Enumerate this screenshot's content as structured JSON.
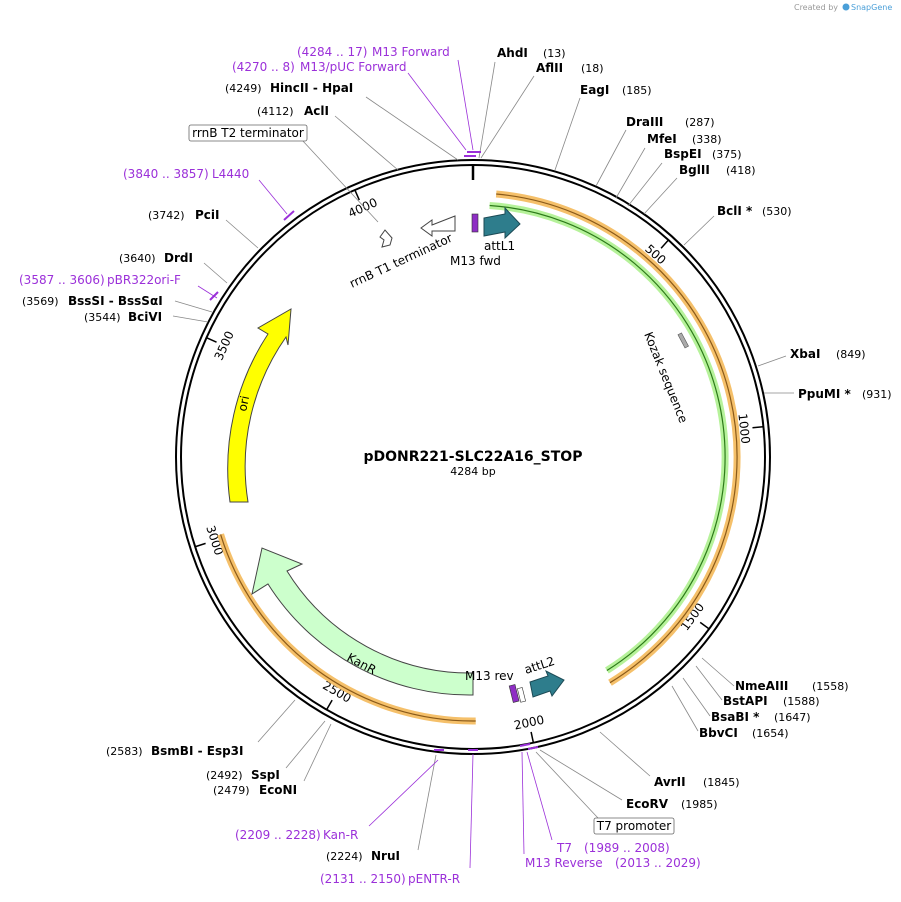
{
  "credit": {
    "created_by": "Created by",
    "brand": "SnapGene",
    "brand_icon": "snapgene-logo-icon"
  },
  "plasmid": {
    "name": "pDONR221-SLC22A16_STOP",
    "size_label": "4284 bp",
    "length": 4284
  },
  "ticks": [
    {
      "pos": 500,
      "label": "500"
    },
    {
      "pos": 1000,
      "label": "1000"
    },
    {
      "pos": 1500,
      "label": "1500"
    },
    {
      "pos": 2000,
      "label": "2000"
    },
    {
      "pos": 2500,
      "label": "2500"
    },
    {
      "pos": 3000,
      "label": "3000"
    },
    {
      "pos": 3500,
      "label": "3500"
    },
    {
      "pos": 4000,
      "label": "4000"
    }
  ],
  "enzymes": [
    {
      "name": "AhdI",
      "pos_label": "(13)",
      "pos": 13
    },
    {
      "name": "AflII",
      "pos_label": "(18)",
      "pos": 18
    },
    {
      "name": "EagI",
      "pos_label": "(185)",
      "pos": 185
    },
    {
      "name": "DraIII",
      "pos_label": "(287)",
      "pos": 287
    },
    {
      "name": "MfeI",
      "pos_label": "(338)",
      "pos": 338
    },
    {
      "name": "BspEI",
      "pos_label": "(375)",
      "pos": 375
    },
    {
      "name": "BglII",
      "pos_label": "(418)",
      "pos": 418
    },
    {
      "name": "BclI *",
      "pos_label": "(530)",
      "pos": 530
    },
    {
      "name": "XbaI",
      "pos_label": "(849)",
      "pos": 849
    },
    {
      "name": "PpuMI *",
      "pos_label": "(931)",
      "pos": 931
    },
    {
      "name": "NmeAIII",
      "pos_label": "(1558)",
      "pos": 1558
    },
    {
      "name": "BstAPI",
      "pos_label": "(1588)",
      "pos": 1588
    },
    {
      "name": "BsaBI *",
      "pos_label": "(1647)",
      "pos": 1647
    },
    {
      "name": "BbvCI",
      "pos_label": "(1654)",
      "pos": 1654
    },
    {
      "name": "AvrII",
      "pos_label": "(1845)",
      "pos": 1845
    },
    {
      "name": "EcoRV",
      "pos_label": "(1985)",
      "pos": 1985
    },
    {
      "name": "NruI",
      "pos_label": "(2224)",
      "pos": 2224
    },
    {
      "name": "EcoNI",
      "pos_label": "(2479)",
      "pos": 2479
    },
    {
      "name": "SspI",
      "pos_label": "(2492)",
      "pos": 2492
    },
    {
      "name": "BsmBI - Esp3I",
      "pos_label": "(2583)",
      "pos": 2583
    },
    {
      "name": "BciVI",
      "pos_label": "(3544)",
      "pos": 3544
    },
    {
      "name": "BssSI - BssSαI",
      "pos_label": "(3569)",
      "pos": 3569
    },
    {
      "name": "DrdI",
      "pos_label": "(3640)",
      "pos": 3640
    },
    {
      "name": "PciI",
      "pos_label": "(3742)",
      "pos": 3742
    },
    {
      "name": "AclI",
      "pos_label": "(4112)",
      "pos": 4112
    },
    {
      "name": "HincII - HpaI",
      "pos_label": "(4249)",
      "pos": 4249
    }
  ],
  "primers": [
    {
      "name": "M13 Forward",
      "range": "(4284 .. 17)",
      "pos": 4284
    },
    {
      "name": "M13/pUC Forward",
      "range": "(4270 .. 8)",
      "pos": 4270
    },
    {
      "name": "L4440",
      "range": "(3840 .. 3857)",
      "pos": 3848
    },
    {
      "name": "pBR322ori-F",
      "range": "(3587 .. 3606)",
      "pos": 3596
    },
    {
      "name": "Kan-R",
      "range": "(2209 .. 2228)",
      "pos": 2218
    },
    {
      "name": "pENTR-R",
      "range": "(2131 .. 2150)",
      "pos": 2140
    },
    {
      "name": "T7",
      "range": "(1989 .. 2008)",
      "pos": 1998
    },
    {
      "name": "M13 Reverse",
      "range": "(2013 .. 2029)",
      "pos": 2021
    }
  ],
  "boxed_labels": [
    {
      "name": "rrnB T2 terminator"
    },
    {
      "name": "T7 promoter"
    }
  ],
  "features": [
    {
      "name": "attL1",
      "color": "#2e7d8c"
    },
    {
      "name": "M13 fwd",
      "color": "#8e2ec4"
    },
    {
      "name": "rrnB T1 terminator",
      "color": "#ffffff"
    },
    {
      "name": "Kozak sequence",
      "color": "#999999"
    },
    {
      "name": "attL2",
      "color": "#2e7d8c"
    },
    {
      "name": "M13 rev",
      "color": "#8e2ec4"
    },
    {
      "name": "KanR",
      "color": "#ccffcc"
    },
    {
      "name": "ori",
      "color": "#ffff00"
    }
  ],
  "colors": {
    "primer": "#9b30d9",
    "orf_orange": "#f5c06a",
    "orf_green": "#b6f29a",
    "backbone": "#000000"
  }
}
